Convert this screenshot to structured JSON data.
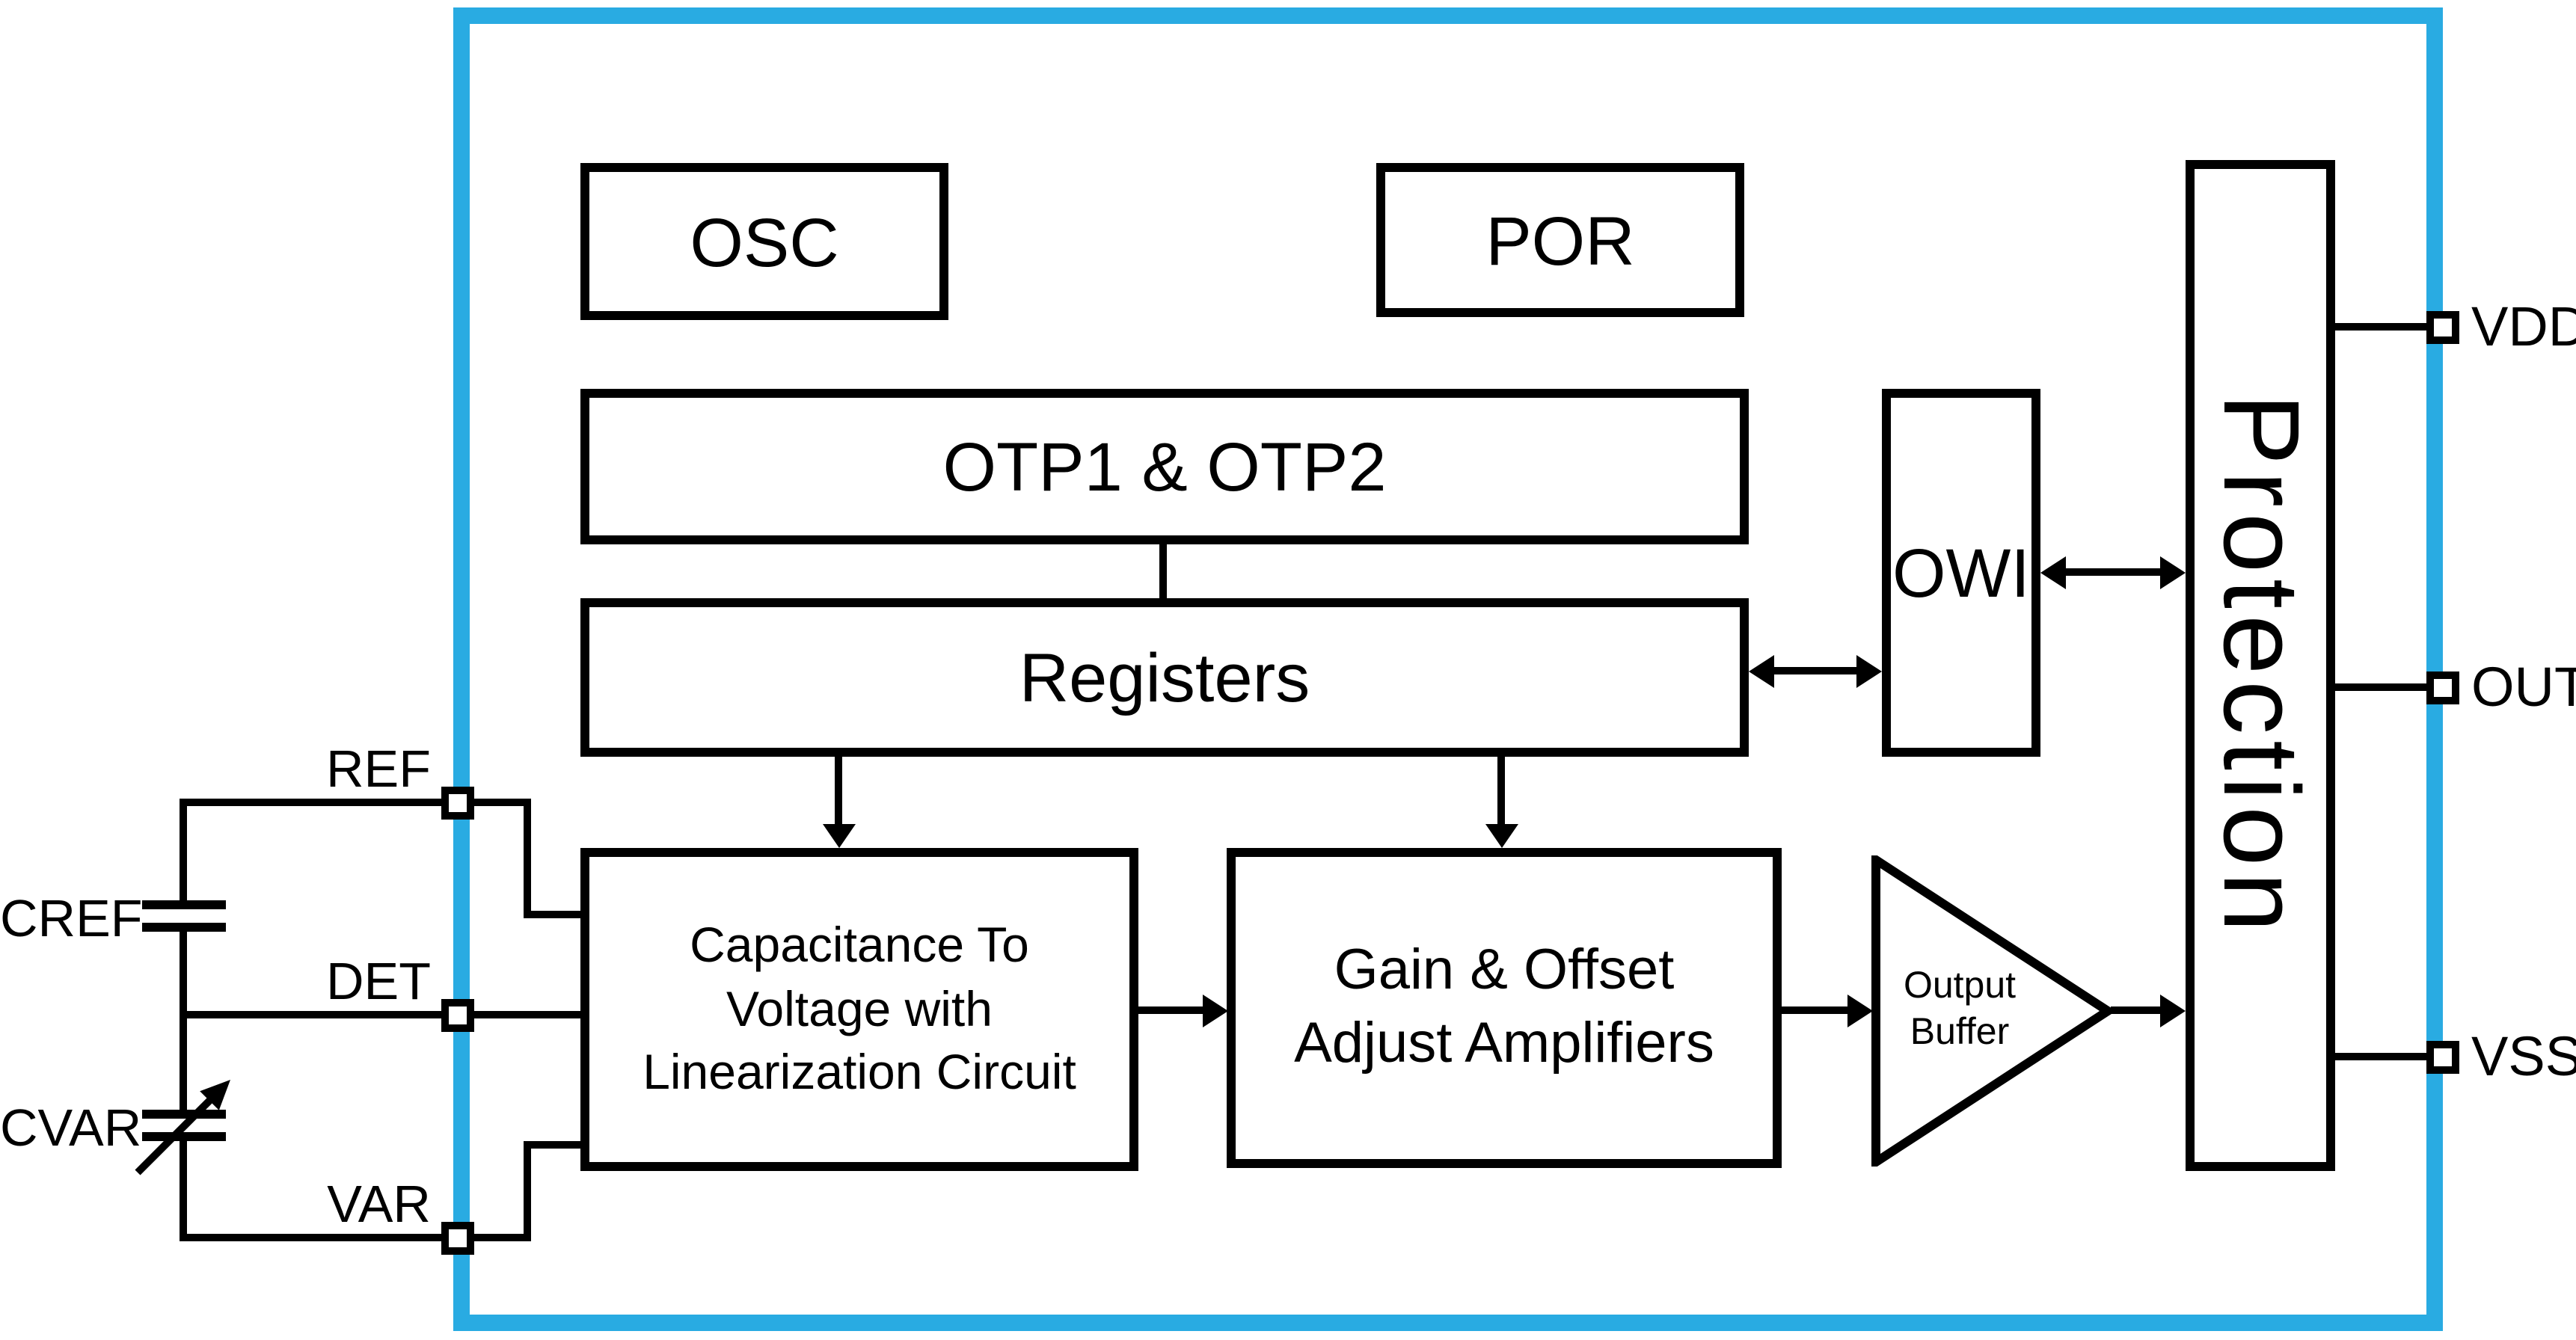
{
  "colors": {
    "chip_border": "#29abe2",
    "line": "#000000",
    "background": "#ffffff"
  },
  "blocks": {
    "osc": "OSC",
    "por": "POR",
    "otp": "OTP1 & OTP2",
    "registers": "Registers",
    "owi": "OWI",
    "protection": "Protection",
    "cap_to_voltage_lines": [
      "Capacitance To",
      "Voltage with",
      "Linearization Circuit"
    ],
    "gain_offset_lines": [
      "Gain & Offset",
      "Adjust Amplifiers"
    ],
    "output_buffer_lines": [
      "Output",
      "Buffer"
    ]
  },
  "pins": {
    "right": [
      "VDDE",
      "OUT",
      "VSSE"
    ],
    "left": [
      "REF",
      "DET",
      "VAR"
    ]
  },
  "external_components": {
    "cref": "CREF",
    "cvar": "CVAR"
  },
  "icons": {
    "pin_pad": "square-pad",
    "capacitor": "parallel-plate-capacitor",
    "variable_capacitor": "capacitor-with-diagonal-arrow",
    "buffer": "triangle-amplifier"
  }
}
